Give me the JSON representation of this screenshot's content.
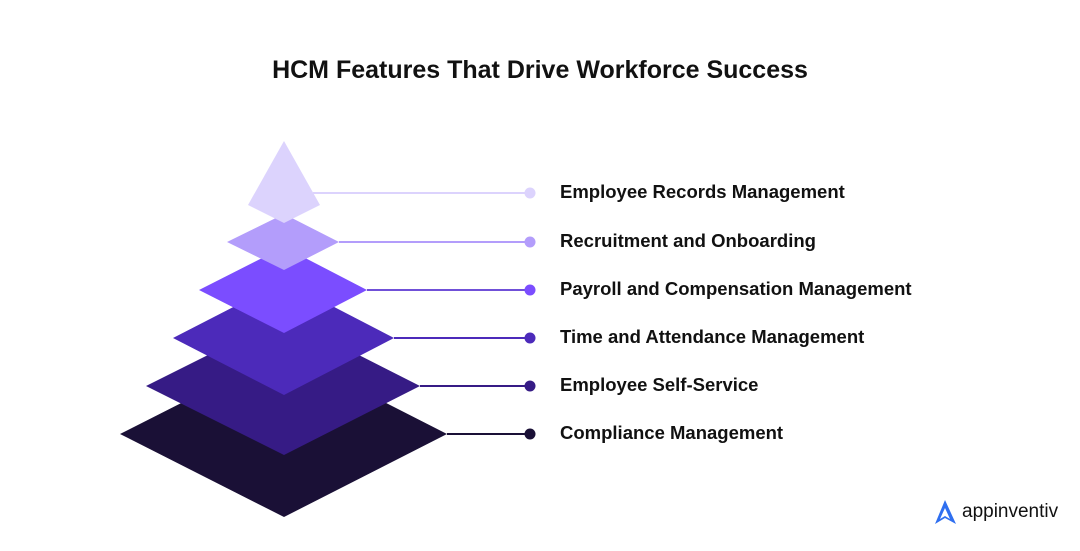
{
  "title": "HCM Features That Drive Workforce Success",
  "layers": [
    {
      "label": "Employee Records Management",
      "color": "#DCD3FD",
      "line_color": "#DCD3FD"
    },
    {
      "label": "Recruitment and Onboarding",
      "color": "#B39DFB",
      "line_color": "#B39DFB"
    },
    {
      "label": "Payroll and Compensation Management",
      "color": "#7B4DFF",
      "line_color": "#7050D8"
    },
    {
      "label": "Time and Attendance Management",
      "color": "#4C2ABA",
      "line_color": "#4C2ABA"
    },
    {
      "label": "Employee Self-Service",
      "color": "#361B85",
      "line_color": "#361B85"
    },
    {
      "label": "Compliance Management",
      "color": "#1A1036",
      "line_color": "#1A1036"
    }
  ],
  "brand": {
    "name": "appinventiv",
    "color": "#2F6FF0"
  }
}
